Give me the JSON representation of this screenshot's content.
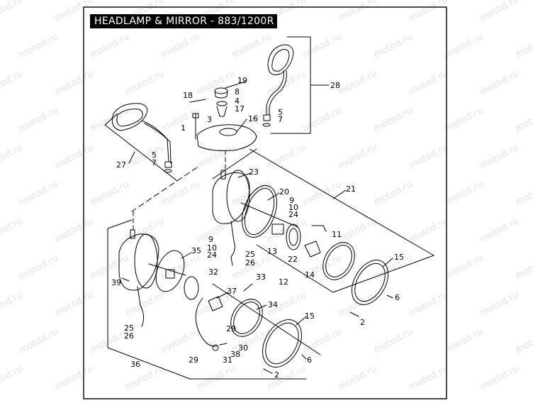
{
  "title": "HEADLAMP & MIRROR - 883/1200R",
  "watermark": "motod.ru",
  "callouts": [
    "1",
    "2",
    "2",
    "3",
    "4",
    "5",
    "5",
    "6",
    "6",
    "7",
    "7",
    "8",
    "9",
    "9",
    "10",
    "10",
    "11",
    "12",
    "13",
    "14",
    "15",
    "15",
    "16",
    "17",
    "18",
    "19",
    "20",
    "21",
    "22",
    "23",
    "24",
    "24",
    "25",
    "25",
    "26",
    "26",
    "27",
    "28",
    "29",
    "29",
    "30",
    "31",
    "32",
    "33",
    "34",
    "35",
    "36",
    "37",
    "38",
    "39"
  ]
}
